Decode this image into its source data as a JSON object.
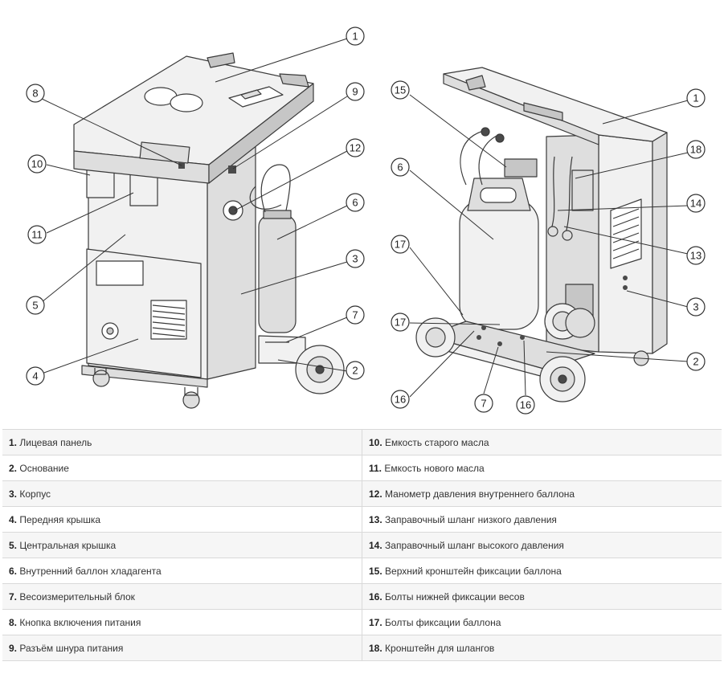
{
  "callouts": [
    {
      "n": "1"
    },
    {
      "n": "8"
    },
    {
      "n": "9"
    },
    {
      "n": "10"
    },
    {
      "n": "11"
    },
    {
      "n": "12"
    },
    {
      "n": "6"
    },
    {
      "n": "5"
    },
    {
      "n": "3"
    },
    {
      "n": "7"
    },
    {
      "n": "4"
    },
    {
      "n": "2"
    },
    {
      "n": "15"
    },
    {
      "n": "1"
    },
    {
      "n": "18"
    },
    {
      "n": "6"
    },
    {
      "n": "14"
    },
    {
      "n": "17"
    },
    {
      "n": "13"
    },
    {
      "n": "3"
    },
    {
      "n": "17"
    },
    {
      "n": "2"
    },
    {
      "n": "16"
    },
    {
      "n": "7"
    },
    {
      "n": "16"
    }
  ],
  "legend": [
    [
      {
        "num": "1.",
        "text": "Лицевая панель"
      },
      {
        "num": "10.",
        "text": "Емкость старого масла"
      }
    ],
    [
      {
        "num": "2.",
        "text": "Основание"
      },
      {
        "num": "11.",
        "text": "Емкость нового масла"
      }
    ],
    [
      {
        "num": "3.",
        "text": "Корпус"
      },
      {
        "num": "12.",
        "text": "Манометр давления внутреннего баллона"
      }
    ],
    [
      {
        "num": "4.",
        "text": "Передняя крышка"
      },
      {
        "num": "13.",
        "text": "Заправочный шланг низкого давления"
      }
    ],
    [
      {
        "num": "5.",
        "text": "Центральная крышка"
      },
      {
        "num": "14.",
        "text": "Заправочный шланг высокого давления"
      }
    ],
    [
      {
        "num": "6.",
        "text": "Внутренний баллон хладагента"
      },
      {
        "num": "15.",
        "text": "Верхний кронштейн фиксации баллона"
      }
    ],
    [
      {
        "num": "7.",
        "text": "Весоизмерительный блок"
      },
      {
        "num": "16.",
        "text": "Болты нижней фиксации весов"
      }
    ],
    [
      {
        "num": "8.",
        "text": "Кнопка включения питания"
      },
      {
        "num": "17.",
        "text": "Болты фиксации баллона"
      }
    ],
    [
      {
        "num": "9.",
        "text": "Разъём шнура питания"
      },
      {
        "num": "18.",
        "text": "Кронштейн для шлангов"
      }
    ]
  ]
}
